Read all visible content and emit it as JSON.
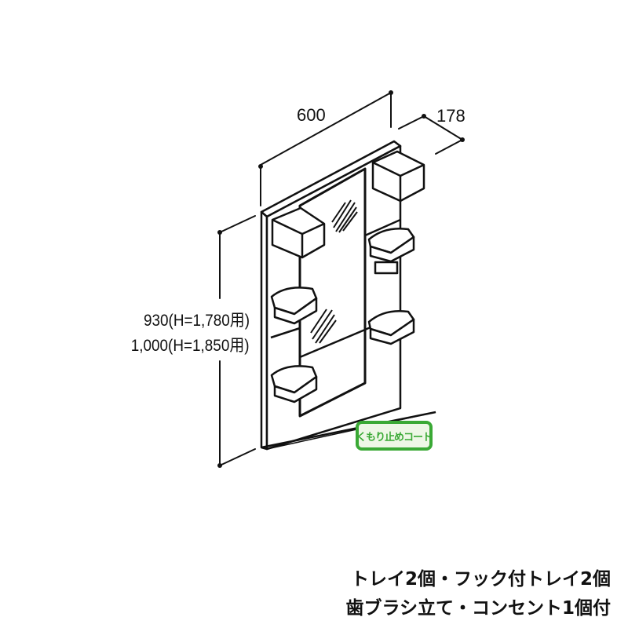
{
  "dimensions": {
    "width": "600",
    "depth": "178",
    "height_line1": "930(H=1,780用)",
    "height_line2": "1,000(H=1,850用)"
  },
  "badge": {
    "label": "くもり止めコート",
    "color": "#3aa935"
  },
  "caption": {
    "line1": "トレイ2個・フック付トレイ2個",
    "line2": "歯ブラシ立て・コンセント1個付"
  }
}
